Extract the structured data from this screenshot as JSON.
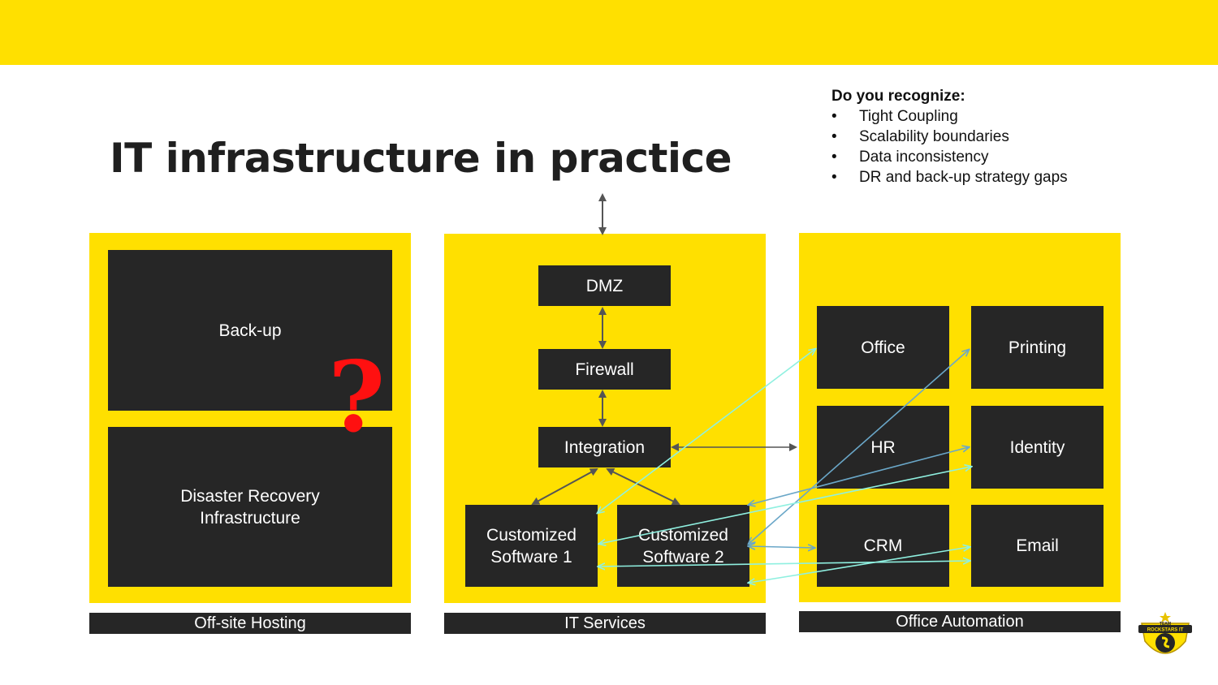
{
  "slide": {
    "title": "IT infrastructure in practice"
  },
  "recognize": {
    "header": "Do you recognize:",
    "items": [
      "Tight Coupling",
      "Scalability boundaries",
      "Data inconsistency",
      "DR and back-up strategy gaps"
    ]
  },
  "offsite": {
    "label": "Off-site Hosting",
    "backup": "Back-up",
    "dr_line1": "Disaster Recovery",
    "dr_line2": "Infrastructure",
    "question_mark": "?"
  },
  "it_services": {
    "label": "IT Services",
    "dmz": "DMZ",
    "firewall": "Firewall",
    "integration": "Integration",
    "custom1_line1": "Customized",
    "custom1_line2": "Software 1",
    "custom2_line1": "Customized",
    "custom2_line2": "Software 2"
  },
  "office_automation": {
    "label": "Office Automation",
    "office": "Office",
    "printing": "Printing",
    "hr": "HR",
    "identity": "Identity",
    "crm": "CRM",
    "email": "Email"
  },
  "logo": {
    "line1": "TEAM",
    "line2": "ROCKSTARS IT"
  },
  "colors": {
    "accent": "#ffe000",
    "box": "#262626",
    "question": "#ff1010",
    "arrow_gray": "#555555",
    "arrow_blue": "#6aa7c8",
    "arrow_cyan": "#8ff0e0"
  }
}
